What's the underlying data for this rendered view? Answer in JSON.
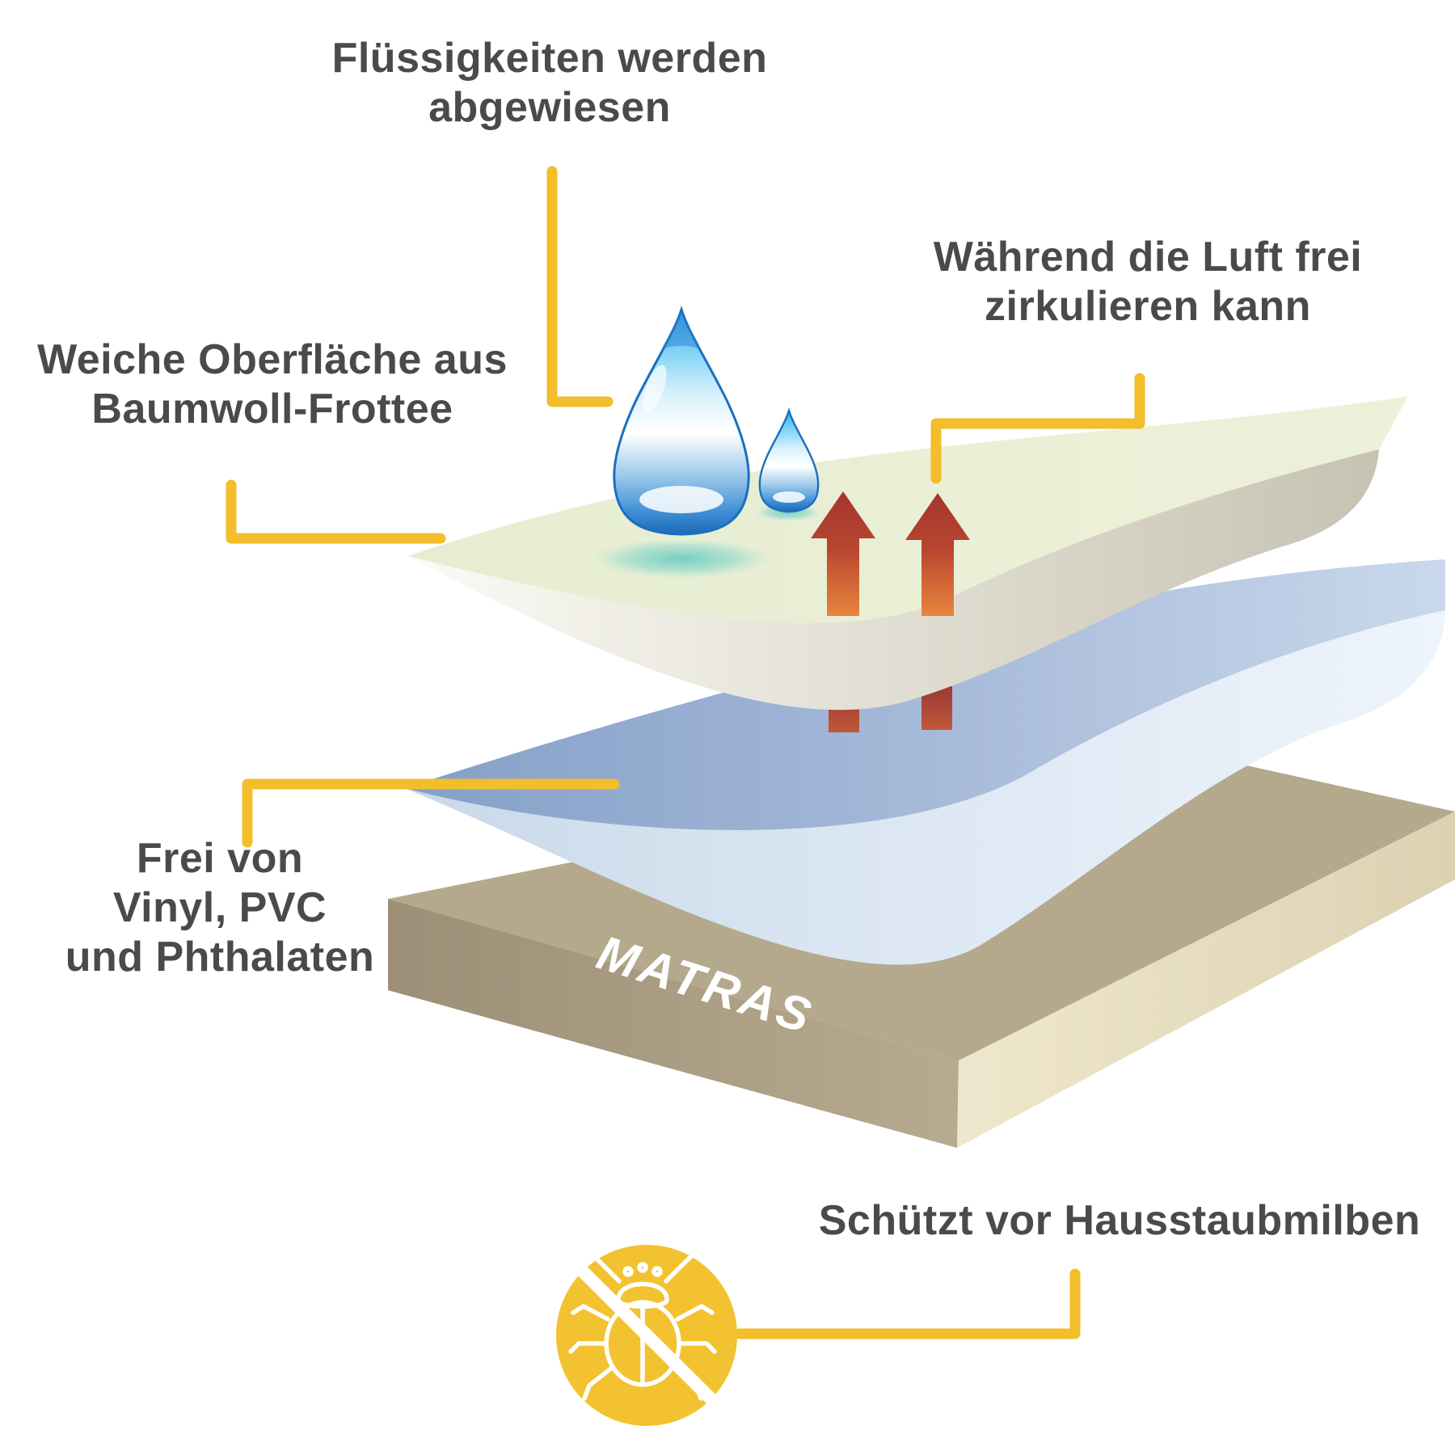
{
  "labels": {
    "liquids_repelled": {
      "line1": "Flüssigkeiten werden",
      "line2": "abgewiesen"
    },
    "air_circulation": {
      "line1": "Während die Luft frei",
      "line2": "zirkulieren kann"
    },
    "soft_surface": {
      "line1": "Weiche Oberfläche aus",
      "line2": "Baumwoll-Frottee"
    },
    "free_of": {
      "line1": "Frei von",
      "line2": "Vinyl, PVC",
      "line3": "und Phthalaten"
    },
    "dust_mites": {
      "text": "Schützt vor Hausstaubmilben"
    },
    "mattress": {
      "text": "MATRAS"
    }
  },
  "icons": {
    "big_drop": "water-drop-icon",
    "small_drop": "water-drop-icon",
    "air_arrows": "air-flow-arrow-icon",
    "no_mite_badge": "no-dust-mite-icon"
  },
  "colors": {
    "text_gray": "#4a4a4a",
    "connector_yellow": "#F2BE2B",
    "badge_yellow": "#F2C230",
    "arrow_red": "#A5352F",
    "arrow_orange": "#E8853E",
    "layer_green": "#E7EED3",
    "layer_blue": "#9AB1D4",
    "mattress_tan": "#B5A98D",
    "droplet_blue": "#2E9FE0"
  }
}
